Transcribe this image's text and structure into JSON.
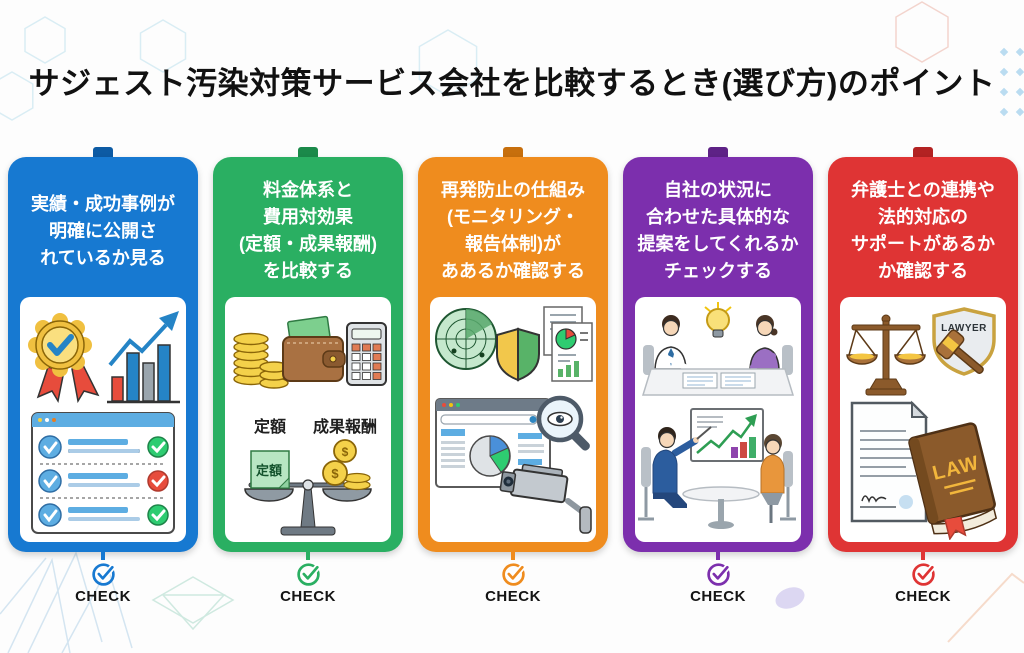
{
  "page": {
    "title": "サジェスト汚染対策サービス会社を比較するとき(選び方)のポイント",
    "background_color": "#fdfdfd",
    "title_color": "#111111"
  },
  "cards": [
    {
      "id": "track-record",
      "accent_color": "#1779d1",
      "accent_dark": "#0d5ba4",
      "lines": [
        "実績・成功事例が",
        "明確に公開さ",
        "れているか見る"
      ],
      "check_label": "CHECK",
      "icons": [
        "medal-icon",
        "growth-bar-chart-icon",
        "checklist-window-icon",
        "check-circle-icon"
      ]
    },
    {
      "id": "pricing",
      "accent_color": "#2aaf62",
      "accent_dark": "#1b8a4a",
      "lines": [
        "料金体系と",
        "費用対効果",
        "(定額・成果報酬)",
        "を比較する"
      ],
      "scale_left_label": "定額",
      "scale_right_label": "成果報酬",
      "note_label": "定額",
      "coin_symbol": "$",
      "check_label": "CHECK",
      "icons": [
        "coin-stack-icon",
        "wallet-icon",
        "calculator-icon",
        "balance-scale-icon",
        "check-circle-icon"
      ]
    },
    {
      "id": "monitoring",
      "accent_color": "#ef8c1e",
      "accent_dark": "#c76f0d",
      "lines": [
        "再発防止の仕組み",
        "(モニタリング・",
        "報告体制)が",
        "ああるか確認する"
      ],
      "check_label": "CHECK",
      "icons": [
        "radar-icon",
        "shield-icon",
        "report-documents-icon",
        "browser-analytics-icon",
        "magnifier-eye-icon",
        "cctv-camera-icon",
        "check-circle-icon"
      ]
    },
    {
      "id": "proposal",
      "accent_color": "#7c2fad",
      "accent_dark": "#5e2286",
      "lines": [
        "自社の状況に",
        "合わせた具体的な",
        "提案をしてくれるか",
        "チェックする"
      ],
      "check_label": "CHECK",
      "icons": [
        "meeting-idea-icon",
        "lightbulb-icon",
        "presentation-chart-icon",
        "check-circle-icon"
      ]
    },
    {
      "id": "legal",
      "accent_color": "#df3434",
      "accent_dark": "#b32222",
      "lines": [
        "弁護士との連携や",
        "法的対応の",
        "サポートがあるか",
        "か確認する"
      ],
      "shield_label": "LAWYER",
      "book_label": "LAW",
      "check_label": "CHECK",
      "icons": [
        "justice-scale-icon",
        "lawyer-shield-icon",
        "gavel-icon",
        "contract-document-icon",
        "law-book-icon",
        "check-circle-icon"
      ]
    }
  ]
}
